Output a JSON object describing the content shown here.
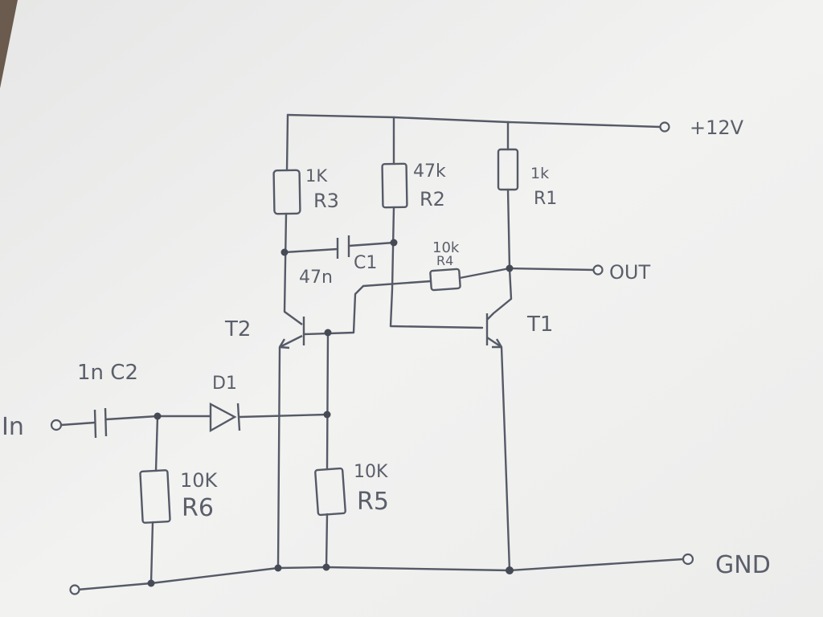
{
  "labels": {
    "supply": "+12V",
    "out": "OUT",
    "gnd": "GND",
    "in": "In",
    "r3_value": "1K",
    "r3_name": "R3",
    "r2_value": "47k",
    "r2_name": "R2",
    "r1_value": "1k",
    "r1_name": "R1",
    "c1_name": "C1",
    "c1_value": "47n",
    "r4_value": "10k",
    "r4_name": "R4",
    "t1": "T1",
    "t2": "T2",
    "c2": "1n C2",
    "d1": "D1",
    "r6_value": "10K",
    "r6_name": "R6",
    "r5_value": "10K",
    "r5_name": "R5"
  },
  "colors": {
    "paper": "#f3f3f3",
    "ink": "#555a66",
    "background_edge": "#6b5a4e"
  }
}
